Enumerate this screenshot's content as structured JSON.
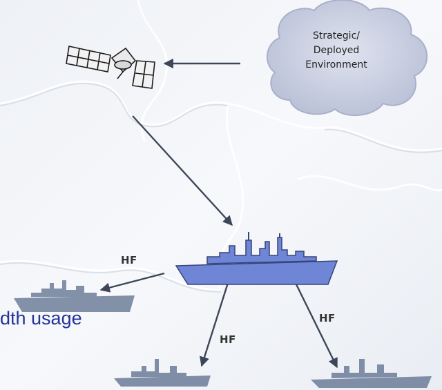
{
  "cloud": {
    "line1": "Strategic/",
    "line2": "Deployed",
    "line3": "Environment"
  },
  "links": {
    "hf_left": "HF",
    "hf_bottom_left": "HF",
    "hf_bottom_right": "HF"
  },
  "caption": "dth usage",
  "colors": {
    "main_ship": "#6f85d6",
    "secondary_ship": "#7f8ea6",
    "cloud": "#c6cce0",
    "arrow": "#3c4658",
    "caption": "#23339a"
  }
}
